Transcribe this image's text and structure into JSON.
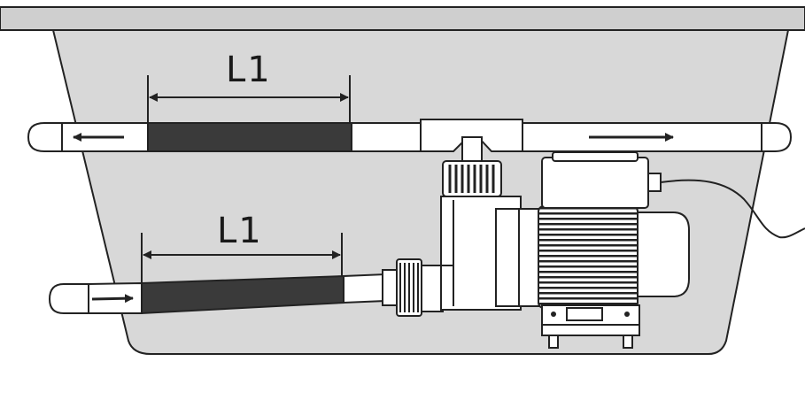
{
  "labels": {
    "upper_length": "L1",
    "lower_length": "L1"
  },
  "colors": {
    "tub_fill": "#d8d8d8",
    "outline": "#222222",
    "pipe_fill": "#ffffff",
    "hose_dark": "#3a3a3a",
    "background": "#ffffff"
  },
  "flow_directions": {
    "upper_left_arrow": "left",
    "upper_right_arrow": "right",
    "lower_inlet_arrow": "right"
  }
}
